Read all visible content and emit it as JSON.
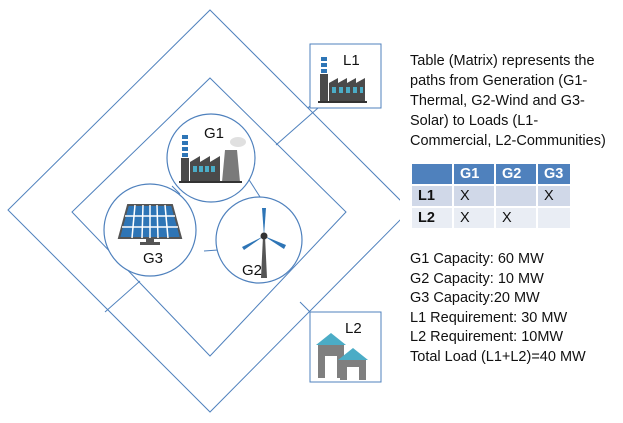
{
  "diagram": {
    "nodes": {
      "g1": {
        "label": "G1",
        "icon": "thermal-plant-icon"
      },
      "g2": {
        "label": "G2",
        "icon": "wind-turbine-icon"
      },
      "g3": {
        "label": "G3",
        "icon": "solar-panel-icon"
      },
      "l1": {
        "label": "L1",
        "icon": "factory-icon"
      },
      "l2": {
        "label": "L2",
        "icon": "houses-icon"
      }
    },
    "colors": {
      "line": "#4f81bd",
      "icon_blue": "#2e75b6",
      "roof": "#4bacc6",
      "house": "#7f7f7f"
    }
  },
  "description": "Table (Matrix) represents the paths from Generation (G1-Thermal, G2-Wind and G3-Solar) to Loads (L1- Commercial, L2-Communities)",
  "matrix": {
    "columns": [
      "",
      "G1",
      "G2",
      "G3"
    ],
    "rows": [
      {
        "label": "L1",
        "cells": [
          "X",
          "",
          "X"
        ]
      },
      {
        "label": "L2",
        "cells": [
          "X",
          "X",
          ""
        ]
      }
    ],
    "colors": {
      "header": "#4f81bd",
      "row_odd": "#d0d8e8",
      "row_even": "#e9edf4"
    }
  },
  "facts": {
    "g1": "G1 Capacity: 60 MW",
    "g2": "G2 Capacity: 10 MW",
    "g3": "G3 Capacity:20 MW",
    "l1": "L1 Requirement: 30 MW",
    "l2": "L2 Requirement: 10MW",
    "total": "Total Load (L1+L2)=40 MW"
  }
}
